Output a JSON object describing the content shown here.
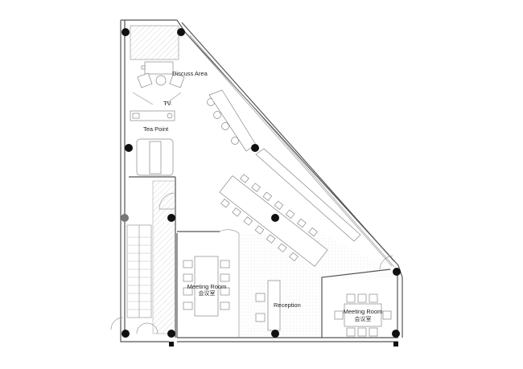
{
  "plan": {
    "rooms": {
      "discuss_area": "Discuss Area",
      "tv": "TV.",
      "tea_point": "Tea Point",
      "meeting_room_left": "Meeting Room",
      "meeting_room_left_cn": "会议室",
      "reception": "Reception",
      "meeting_room_right": "Meeting Room",
      "meeting_room_right_cn": "会议室"
    }
  }
}
